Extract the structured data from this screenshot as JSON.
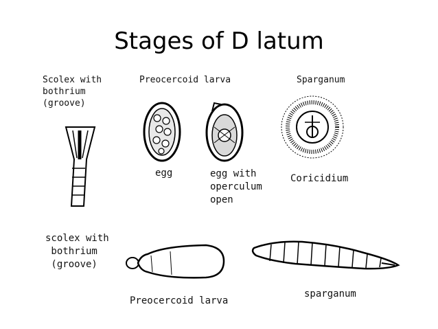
{
  "title": "Stages of D latum",
  "labels": {
    "scolex_top": "Scolex with\nbothrium\n(groove)",
    "preocercoid_top": "Preocercoid larva",
    "sparganum_top": "Sparganum",
    "egg": "egg",
    "egg_operculum": "egg with\noperculum\nopen",
    "coricidium": "Coricidium",
    "scolex_bottom": "scolex with\n bothrium\n (groove)",
    "preocercoid_bottom": "Preocercoid larva",
    "sparganum_bottom": "sparganum"
  }
}
